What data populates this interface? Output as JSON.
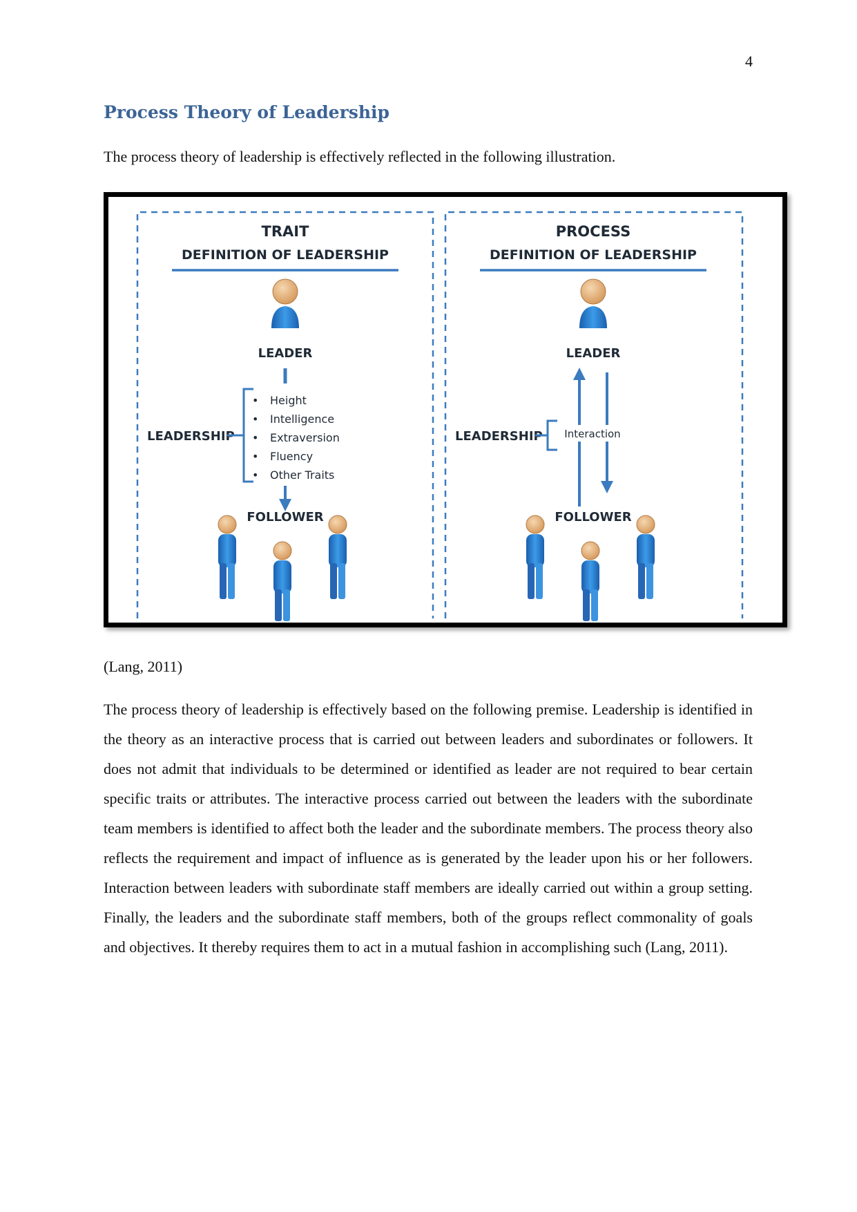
{
  "page_number": "4",
  "heading": "Process Theory of Leadership",
  "intro": "The process theory of leadership is effectively reflected in the following illustration.",
  "figure": {
    "trait": {
      "title_line1": "TRAIT",
      "title_line2": "DEFINITION OF LEADERSHIP",
      "leader_label": "LEADER",
      "leadership_label": "LEADERSHIP",
      "traits": [
        "Height",
        "Intelligence",
        "Extraversion",
        "Fluency",
        "Other Traits"
      ],
      "follower_label": "FOLLOWER"
    },
    "process": {
      "title_line1": "PROCESS",
      "title_line2": "DEFINITION OF LEADERSHIP",
      "leader_label": "LEADER",
      "leadership_label": "LEADERSHIP",
      "interaction_label": "Interaction",
      "follower_label": "FOLLOWER"
    },
    "colors": {
      "accent": "#3b7bbf",
      "figure_blue": "#2f86d6",
      "skin": "#e8b985"
    }
  },
  "citation": "(Lang, 2011)",
  "body": "The process theory of leadership is effectively based on the following premise. Leadership is identified in the theory as an interactive process that is carried out between leaders and subordinates or followers. It does not admit that individuals to be determined or identified as leader are not required to bear certain specific traits or attributes. The interactive process carried out between the leaders with the subordinate team members is identified to affect both the leader and the subordinate members. The process theory also reflects the requirement and impact of influence as is generated by the leader upon his or her followers. Interaction between leaders with subordinate staff members are ideally carried out within a group setting. Finally, the leaders and the subordinate staff members, both of the groups reflect commonality of goals and objectives. It thereby requires them to act in a mutual fashion in accomplishing such (Lang, 2011)."
}
